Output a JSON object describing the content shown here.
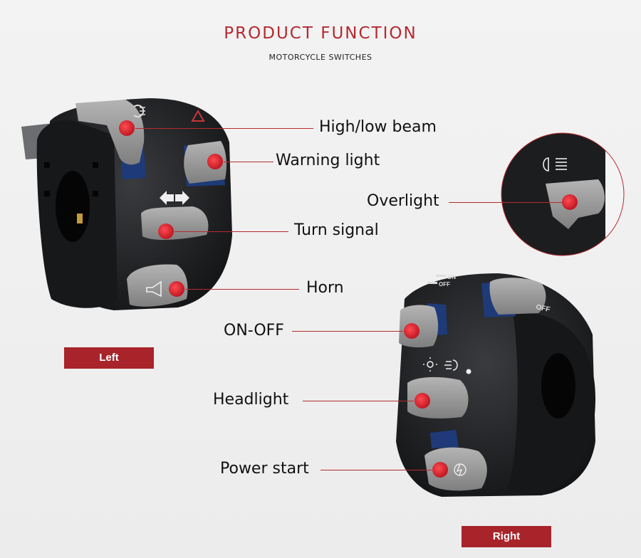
{
  "header": {
    "title": "PRODUCT FUNCTION",
    "subtitle": "MOTORCYCLE SWITCHES"
  },
  "colors": {
    "accent": "#b52a30",
    "tag_bg": "#a8232a",
    "housing": "#1e1f21",
    "button": "#9a9a9a",
    "marker": "#d9232e"
  },
  "callouts": {
    "high_low_beam": "High/low beam",
    "warning_light": "Warning light",
    "overlight": "Overlight",
    "turn_signal": "Turn signal",
    "horn": "Horn",
    "on_off": "ON-OFF",
    "headlight": "Headlight",
    "power_start": "Power start"
  },
  "tags": {
    "left": "Left",
    "right": "Right"
  },
  "switch_markings": {
    "on": "ON",
    "off": "OFF",
    "off_side": "OFF"
  },
  "icons": [
    "high-beam-icon",
    "hazard-triangle-icon",
    "turn-arrows-icon",
    "horn-icon",
    "light-sun-icon",
    "low-beam-icon",
    "starter-icon"
  ]
}
